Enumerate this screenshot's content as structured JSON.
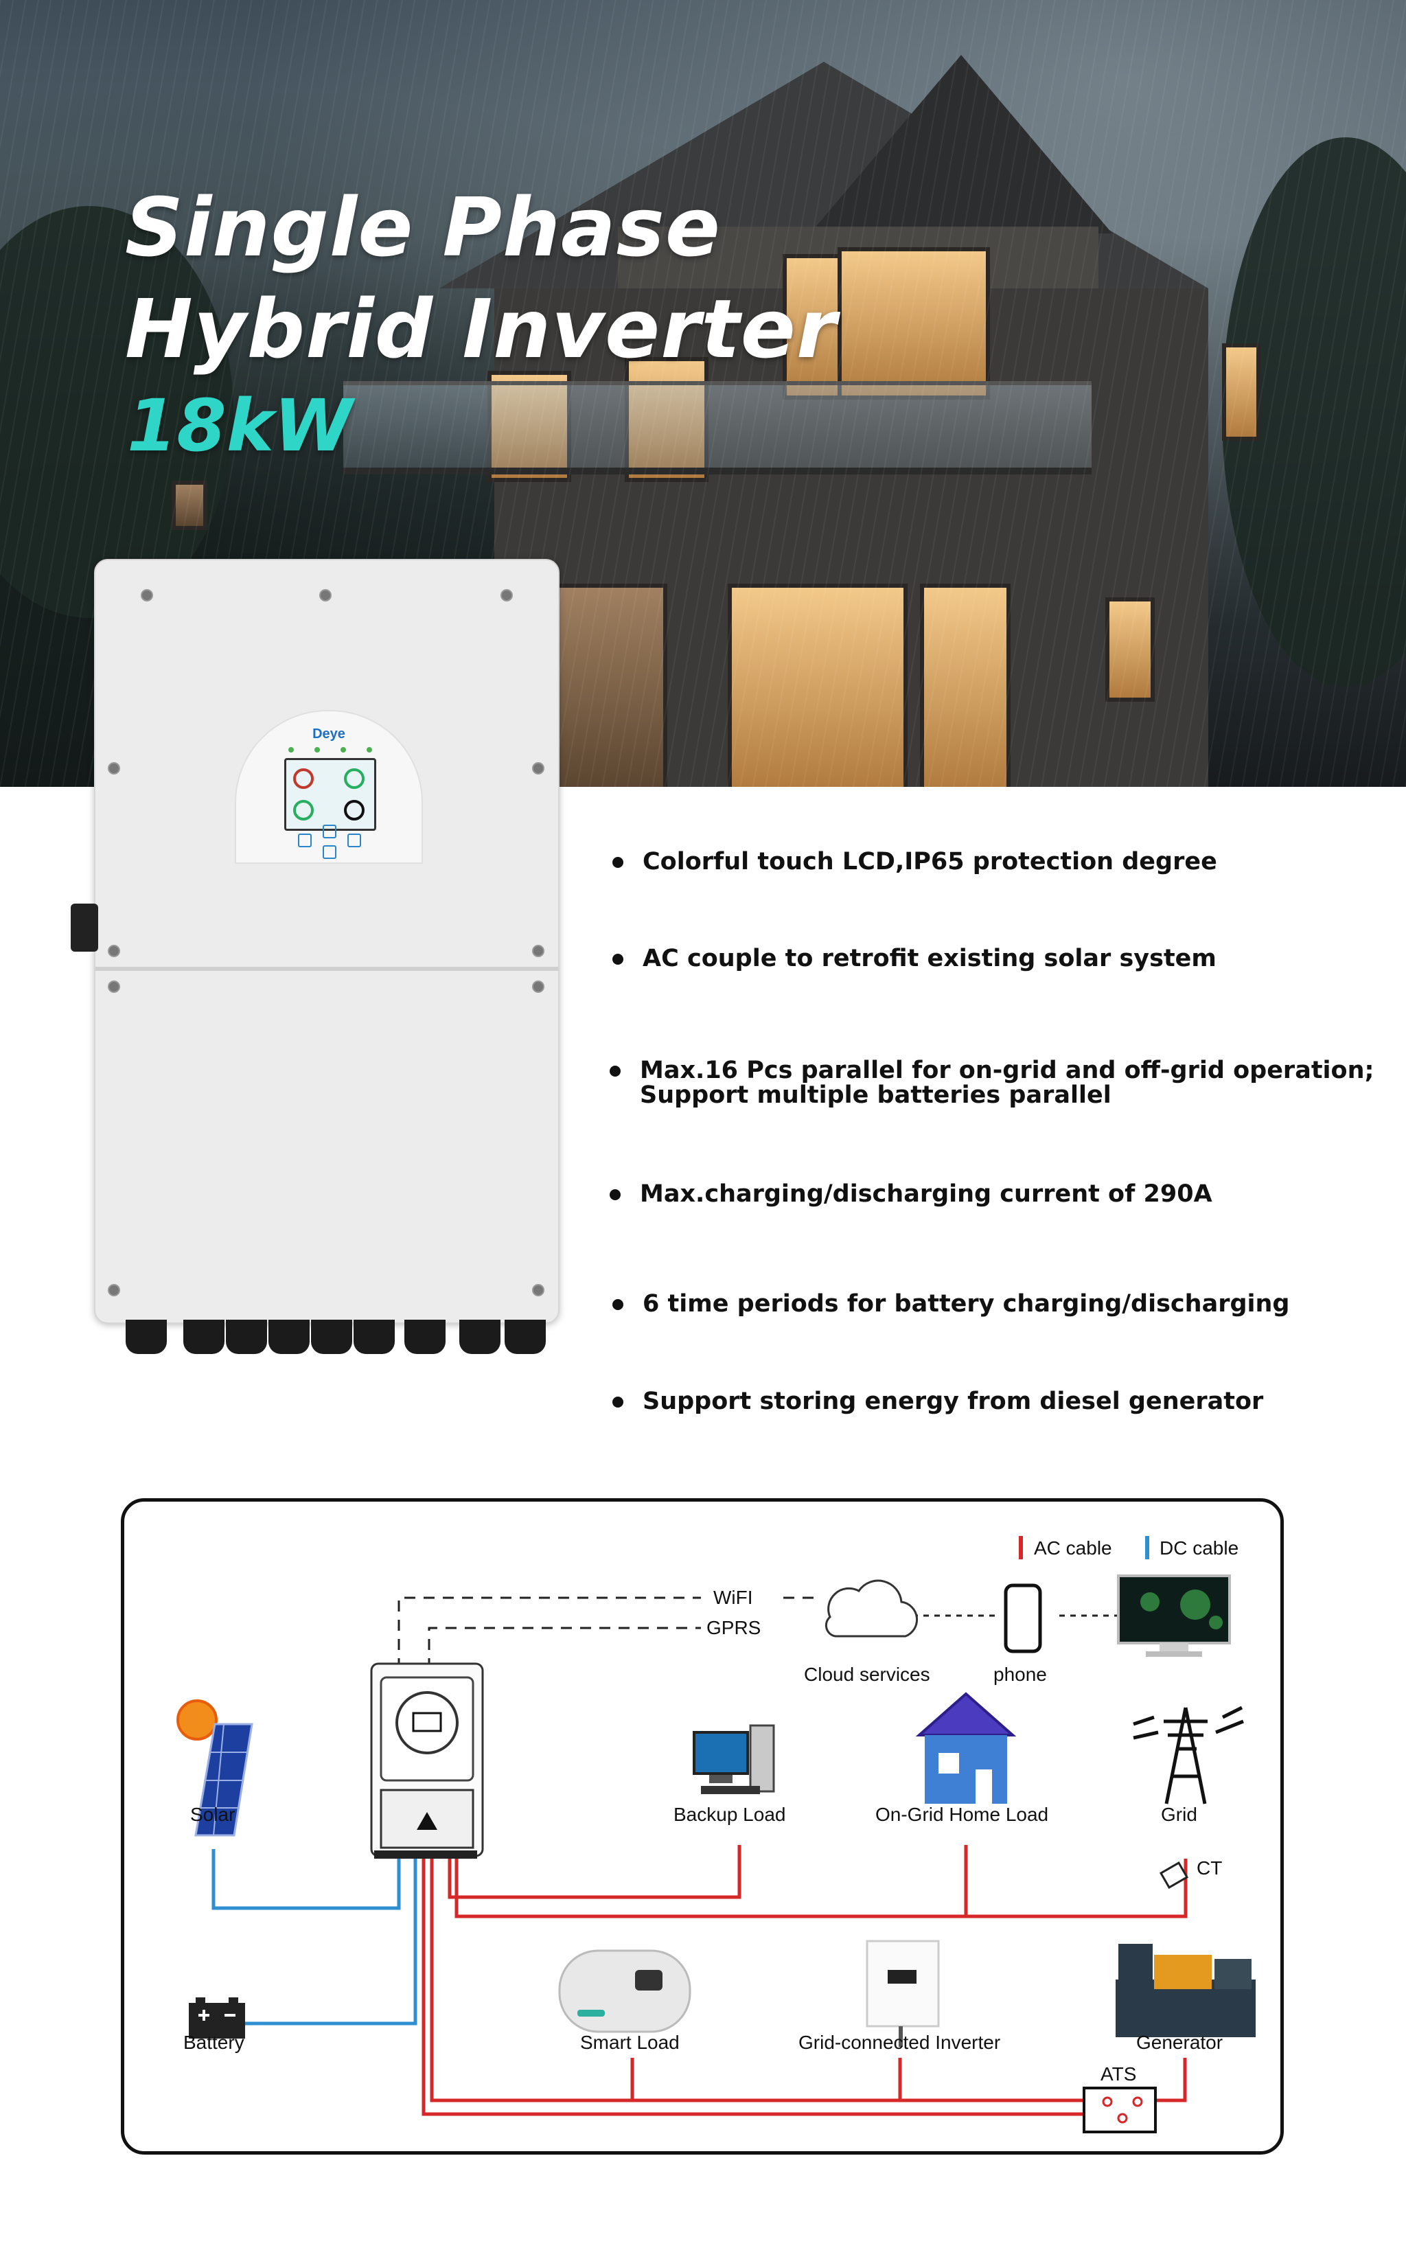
{
  "hero": {
    "title_line1": "Single Phase",
    "title_line2": "Hybrid Inverter",
    "power": "18kW"
  },
  "product": {
    "brand": "Deye"
  },
  "features": [
    {
      "line1": "Colorful touch LCD,IP65 protection degree",
      "line2": ""
    },
    {
      "line1": "AC couple to retrofit existing solar system",
      "line2": ""
    },
    {
      "line1": "Max.16 Pcs parallel for on-grid and off-grid operation;",
      "line2": "Support multiple batteries parallel"
    },
    {
      "line1": "Max.charging/discharging current of 290A",
      "line2": ""
    },
    {
      "line1": "6 time periods for battery charging/discharging",
      "line2": ""
    },
    {
      "line1": "Support storing energy from diesel generator",
      "line2": ""
    }
  ],
  "diagram": {
    "legend": {
      "ac": "AC cable",
      "dc": "DC cable"
    },
    "links": {
      "wifi": "WiFI",
      "gprs": "GPRS"
    },
    "nodes": {
      "cloud": "Cloud services",
      "phone": "phone",
      "solar": "Solar",
      "backup_load": "Backup Load",
      "ongrid_home": "On-Grid Home Load",
      "grid": "Grid",
      "ct": "CT",
      "battery": "Battery",
      "smart_load": "Smart Load",
      "grid_inverter": "Grid-connected Inverter",
      "generator": "Generator",
      "ats": "ATS"
    },
    "colors": {
      "ac": "#d62828",
      "dc": "#2f8fd0"
    }
  }
}
